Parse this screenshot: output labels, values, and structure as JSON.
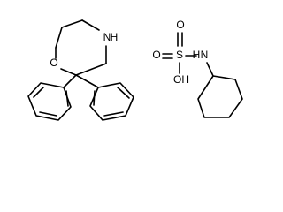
{
  "atoms": {
    "ring_n": "N",
    "ring_h": "H",
    "ring_o": "O",
    "sulfur": "S",
    "sulfonyl_o_top": "O",
    "sulfonyl_o_left": "O",
    "amide_n": "N",
    "amide_h": "H",
    "hydroxyl": "OH"
  }
}
